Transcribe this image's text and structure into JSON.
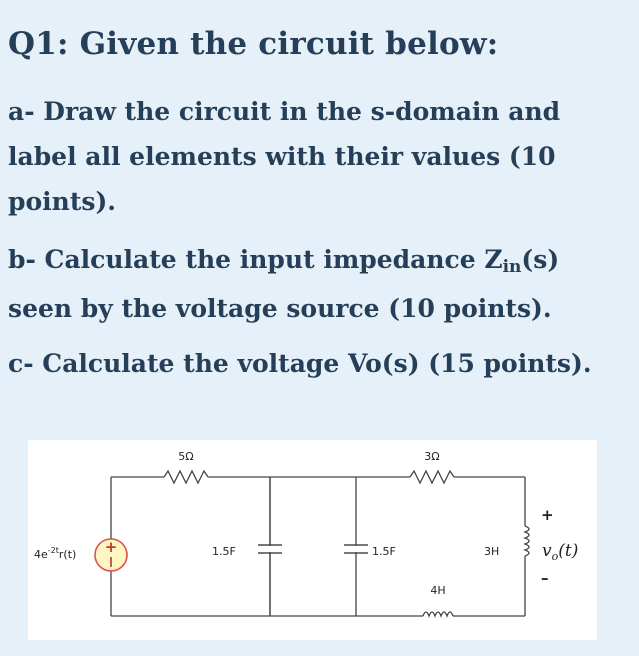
{
  "question": {
    "title": "Q1: Given the circuit below:",
    "part_a": "a- Draw the circuit in the s-domain and label all elements with their values (10 points).",
    "part_b_prefix": "b- Calculate the input impedance Z",
    "part_b_sub": "in",
    "part_b_suffix": "(s) seen by the voltage source (10 points).",
    "part_c": "c- Calculate the voltage Vo(s) (15 points)."
  },
  "circuit": {
    "source_label": "4e",
    "source_exp": "-2t",
    "source_suffix": "r(t)",
    "r1": "5Ω",
    "r2": "3Ω",
    "c1": "1.5F",
    "c2": "1.5F",
    "l1": "4H",
    "l2": "3H",
    "plus": "+",
    "minus": "–",
    "vo_main": "v",
    "vo_sub": "o",
    "vo_arg": "(t)"
  }
}
